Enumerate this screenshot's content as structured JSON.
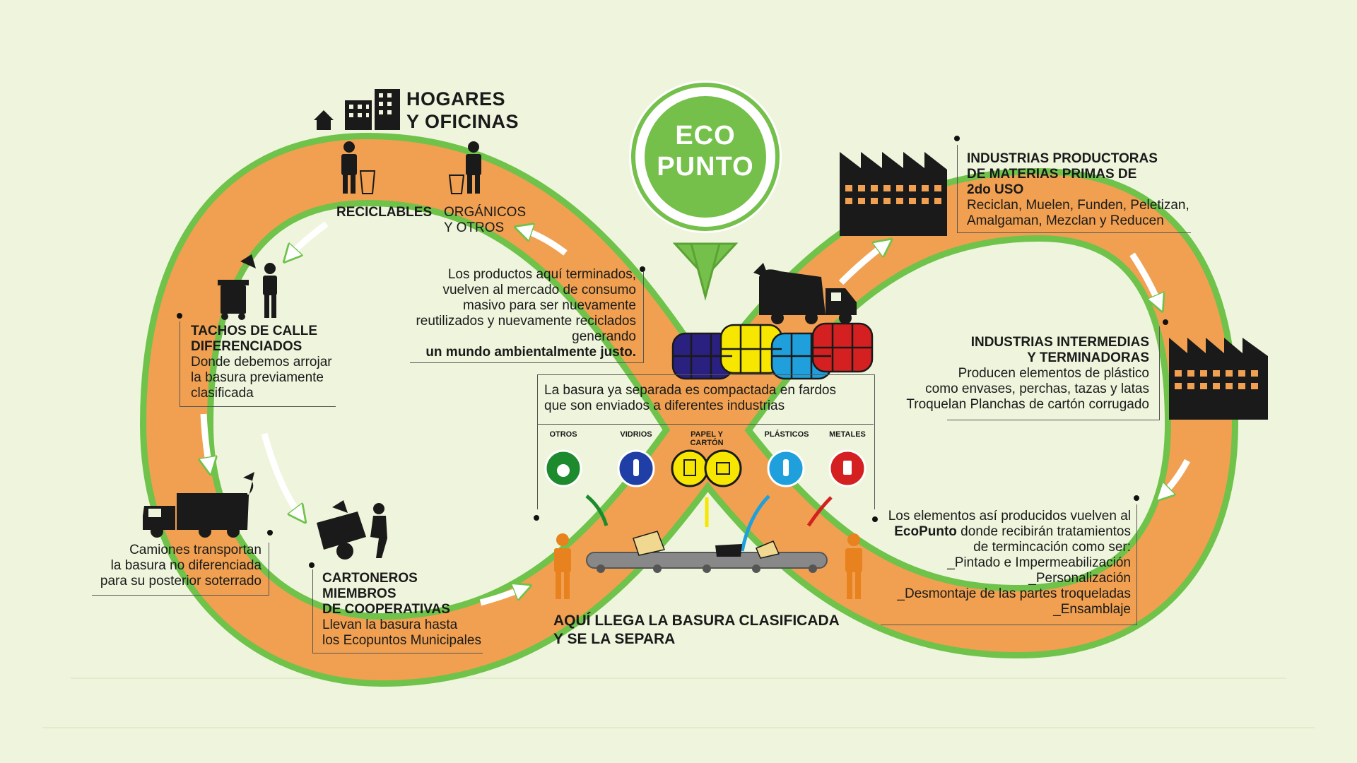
{
  "colors": {
    "background": "#eef5dc",
    "band": "#f0a050",
    "band_edge": "#6fc24a",
    "eco_green": "#74c04a",
    "dark": "#1a1a1a",
    "blue": "#1f3fa6",
    "yellow": "#f7e600",
    "sky": "#1fa0dc",
    "red": "#d42020",
    "navy": "#2a2080",
    "person": "#e8821e"
  },
  "ecopunto": {
    "line1": "ECO",
    "line2": "PUNTO"
  },
  "hogares": {
    "line1": "HOGARES",
    "line2": "Y OFICINAS"
  },
  "reciclables": "RECICLABLES",
  "organicos": {
    "line1": "ORGÁNICOS",
    "line2": "Y OTROS"
  },
  "tachos": {
    "title1": "TACHOS DE CALLE",
    "title2": "DIFERENCIADOS",
    "body1": "Donde debemos arrojar",
    "body2": "la basura previamente",
    "body3": "clasificada"
  },
  "camiones": {
    "l1": "Camiones transportan",
    "l2": "la basura no diferenciada",
    "l3": "para su posterior soterrado"
  },
  "cartoneros": {
    "t1": "CARTONEROS",
    "t2": "MIEMBROS",
    "t3": "DE COOPERATIVAS",
    "b1": "Llevan la basura hasta",
    "b2": "los Ecopuntos Municipales"
  },
  "productos": {
    "l1": "Los productos aquí terminados,",
    "l2": "vuelven al mercado de consumo",
    "l3": "masivo para ser nuevamente",
    "l4": "reutilizados y nuevamente reciclados",
    "l5": "generando",
    "l6": "un mundo ambientalmente justo."
  },
  "fardos": {
    "l1": "La basura ya separada es compactada en fardos",
    "l2": "que son enviados a diferentes industrias"
  },
  "categorias": {
    "otros": "OTROS",
    "vidrios": "VIDRIOS",
    "papel1": "PAPEL Y",
    "papel2": "CARTÓN",
    "plasticos": "PLÁSTICOS",
    "metales": "METALES"
  },
  "llegada": {
    "l1": "AQUÍ LLEGA LA BASURA CLASIFICADA",
    "l2": "Y SE LA SEPARA"
  },
  "productoras": {
    "t1": "INDUSTRIAS PRODUCTORAS",
    "t2": "DE MATERIAS PRIMAS DE",
    "t3": "2do USO",
    "b1": "Reciclan, Muelen, Funden, Peletizan,",
    "b2": "Amalgaman, Mezclan y Reducen"
  },
  "intermedias": {
    "t1": "INDUSTRIAS INTERMEDIAS",
    "t2": "Y TERMINADORAS",
    "b1": "Producen elementos de plástico",
    "b2": "como envases, perchas, tazas y latas",
    "b3": "Troquelan Planchas de cartón corrugado"
  },
  "elementos": {
    "l1": "Los elementos así producidos vuelven al",
    "l2a": "EcoPunto",
    "l2b": " donde recibirán tratamientos",
    "l3": "de termincación como ser:",
    "l4": "_Pintado e Impermeabilización",
    "l5": "_Personalización",
    "l6": "_Desmontaje de las partes troqueladas",
    "l7": "_Ensamblaje"
  }
}
